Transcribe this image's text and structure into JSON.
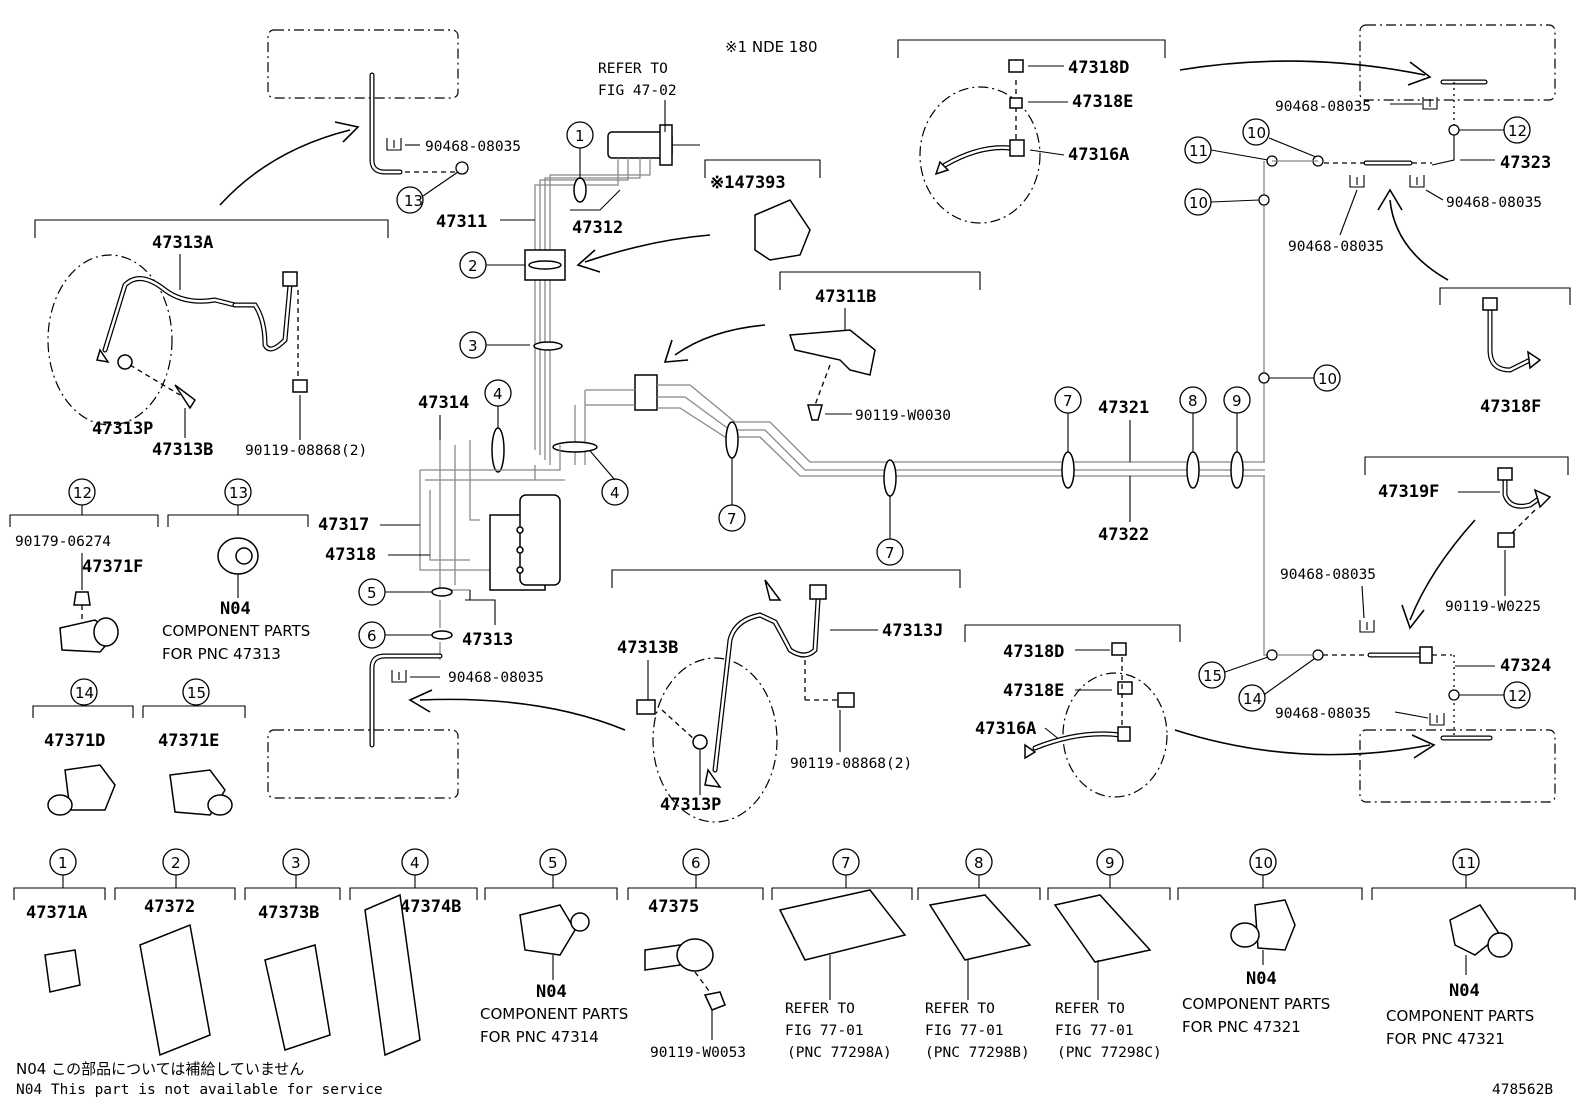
{
  "header": {
    "refer_title_1": "REFER TO",
    "refer_title_2": "FIG 47-02",
    "nde_note": "※1 NDE 180"
  },
  "labels": {
    "p47313A": "47313A",
    "p47313P_top": "47313P",
    "p47313B_top": "47313B",
    "p90119_08868_top": "90119-08868(2)",
    "p90468_08035_a": "90468-08035",
    "p47311": "47311",
    "p47312": "47312",
    "p147393": "※147393",
    "p47311B": "47311B",
    "p90119_W0030": "90119-W0030",
    "p47314": "47314",
    "p47317": "47317",
    "p47318": "47318",
    "p47313": "47313",
    "p90468_08035_b": "90468-08035",
    "p47318D_top": "47318D",
    "p47318E_top": "47318E",
    "p47316A_top": "47316A",
    "p90468_08035_c": "90468-08035",
    "p47323": "47323",
    "p90468_08035_d": "90468-08035",
    "p90468_08035_e": "90468-08035",
    "p47318F": "47318F",
    "p47321": "47321",
    "p47322": "47322",
    "p47319F": "47319F",
    "p90119_W0225": "90119-W0225",
    "p90468_08035_f": "90468-08035",
    "p47324": "47324",
    "p90468_08035_g": "90468-08035",
    "p47313B_mid": "47313B",
    "p47313J": "47313J",
    "p47313P_mid": "47313P",
    "p90119_08868_mid": "90119-08868(2)",
    "p47318D_mid": "47318D",
    "p47318E_mid": "47318E",
    "p47316A_mid": "47316A",
    "p90179_06274": "90179-06274",
    "p47371F": "47371F",
    "n04_a": "N04",
    "comp_a_1": "COMPONENT PARTS",
    "comp_a_2": "FOR PNC 47313",
    "p47371D": "47371D",
    "p47371E": "47371E"
  },
  "callouts": [
    "1",
    "2",
    "3",
    "4",
    "5",
    "6",
    "7",
    "8",
    "9",
    "10",
    "11",
    "12",
    "13",
    "14",
    "15"
  ],
  "legend": {
    "items": [
      {
        "num": "1",
        "part": "47371A"
      },
      {
        "num": "2",
        "part": "47372"
      },
      {
        "num": "3",
        "part": "47373B"
      },
      {
        "num": "4",
        "part": "47374B"
      },
      {
        "num": "5",
        "part": "N04",
        "note1": "COMPONENT PARTS",
        "note2": "FOR PNC 47314"
      },
      {
        "num": "6",
        "part": "47375",
        "sub": "90119-W0053"
      },
      {
        "num": "7",
        "note1": "REFER TO",
        "note2": "FIG 77-01",
        "note3": "(PNC 77298A)"
      },
      {
        "num": "8",
        "note1": "REFER TO",
        "note2": "FIG 77-01",
        "note3": "(PNC 77298B)"
      },
      {
        "num": "9",
        "note1": "REFER TO",
        "note2": "FIG 77-01",
        "note3": "(PNC 77298C)"
      },
      {
        "num": "10",
        "part": "N04",
        "note1": "COMPONENT PARTS",
        "note2": "FOR PNC 47321"
      },
      {
        "num": "11",
        "part": "N04",
        "note1": "COMPONENT PARTS",
        "note2": "FOR PNC 47321"
      }
    ]
  },
  "footer": {
    "n04_jp": "N04 この部品については補給していません",
    "n04_en": "N04 This part is not available for service",
    "figure_id": "478562B"
  }
}
